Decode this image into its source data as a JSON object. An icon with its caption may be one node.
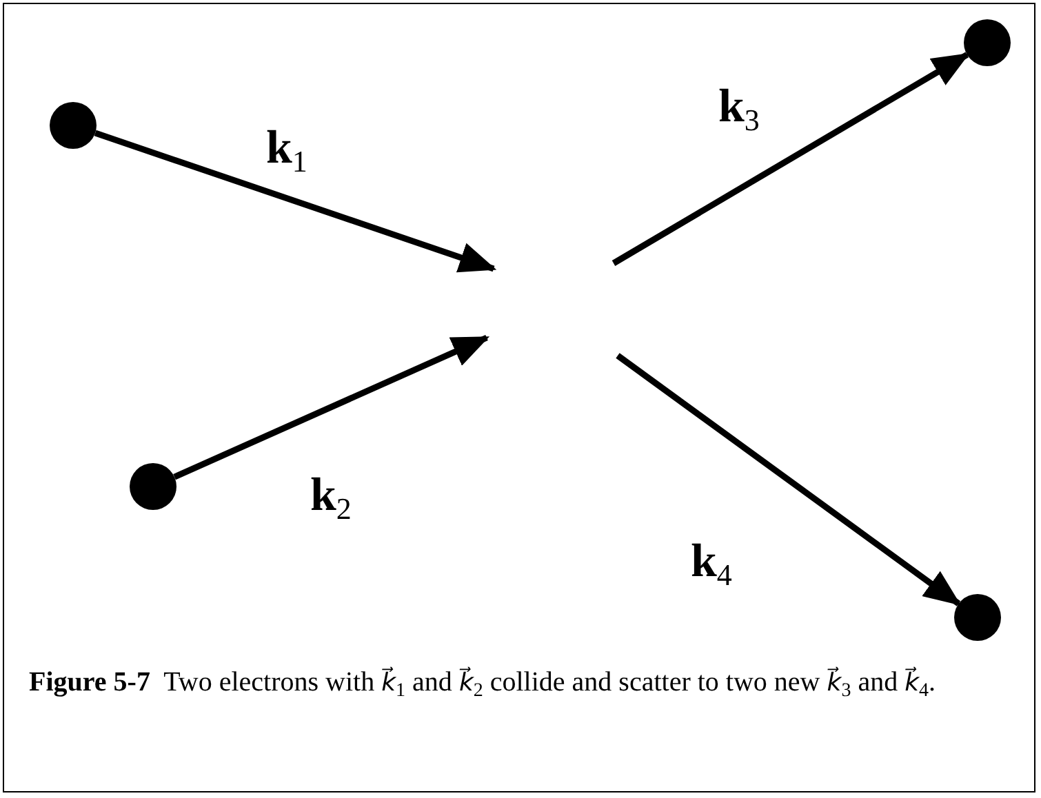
{
  "diagram": {
    "caption": "**Figure 5-7**  Two electrons with *k⃗*$_{1}$ and *k⃗*$_{2}$ collide and scatter to two new *k⃗*$_{3}$ and *k⃗*$_{4}$.",
    "nodes": [
      {
        "text": [],
        "shape": "circle"
      },
      {
        "text": [],
        "shape": "circle"
      },
      {
        "text": [],
        "shape": "circle"
      },
      {
        "text": [],
        "shape": "circle"
      }
    ],
    "edges": [
      {
        "from": 0,
        "to": null,
        "arrow": "to",
        "label": "**k**$_{1}$"
      },
      {
        "from": 1,
        "to": null,
        "arrow": "to",
        "label": "**k**$_{2}$"
      },
      {
        "from": null,
        "to": 2,
        "arrow": "to",
        "label": "**k**$_{3}$"
      },
      {
        "from": null,
        "to": 3,
        "arrow": "to",
        "label": "**k**$_{4}$"
      }
    ]
  }
}
